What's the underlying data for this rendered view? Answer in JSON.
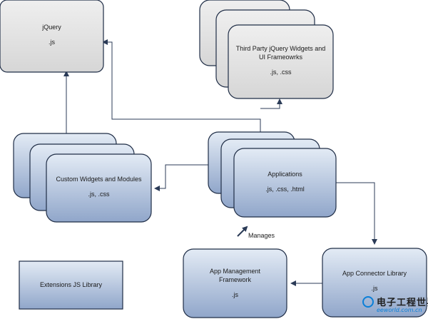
{
  "nodes": {
    "jquery": {
      "title": "jQuery",
      "files": ".js"
    },
    "third_party": {
      "title_line1": "Third Party jQuery Widgets and",
      "title_line2": "UI Frameowrks",
      "files": ".js, .css"
    },
    "custom_widgets": {
      "title": "Custom Widgets and Modules",
      "files": ".js, .css"
    },
    "applications": {
      "title": "Applications",
      "files": ".js, .css, .html"
    },
    "app_management": {
      "title_line1": "App Management",
      "title_line2": "Framework",
      "files": ".js"
    },
    "app_connector": {
      "title": "App Connector Library",
      "files": ".js"
    },
    "extensions": {
      "title": "Extensions JS Library"
    }
  },
  "edge_labels": {
    "manages": "Manages"
  },
  "watermark": {
    "main": "电子工程世界",
    "url": "eeworld.com.cn",
    "cn": "eeworld.com.cn"
  },
  "colors": {
    "gray_fill": "#e6e6e6",
    "blue_fill_top": "#dce6f2",
    "blue_fill_bottom": "#93a9cc",
    "border": "#1f2d46",
    "connector": "#2b3b57"
  }
}
